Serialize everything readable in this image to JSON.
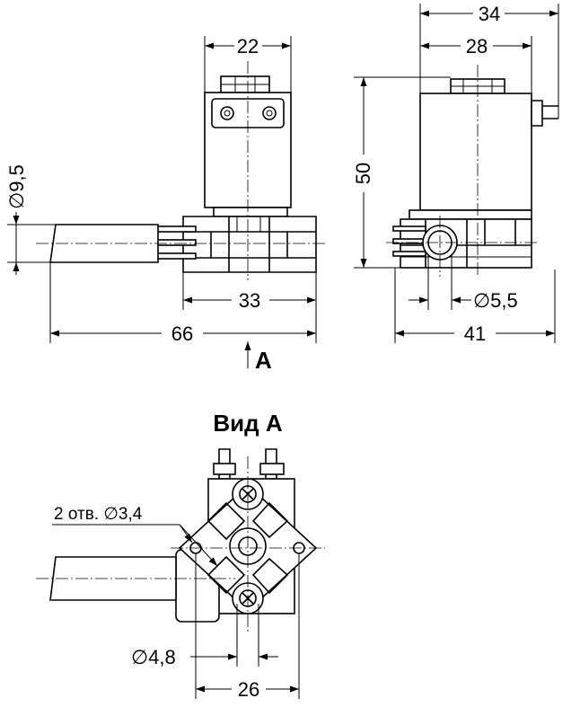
{
  "dimensions": {
    "front_width_22": "22",
    "front_width_33": "33",
    "front_width_66": "66",
    "front_dia_9_5": "∅9,5",
    "side_width_34": "34",
    "side_width_28": "28",
    "side_height_50": "50",
    "side_dia_5_5": "∅5,5",
    "side_width_41": "41",
    "view_holes": "2 отв. ∅3,4",
    "view_dia_4_8": "∅4,8",
    "view_width_26": "26"
  },
  "labels": {
    "view_arrow": "A",
    "view_title": "Вид А"
  }
}
